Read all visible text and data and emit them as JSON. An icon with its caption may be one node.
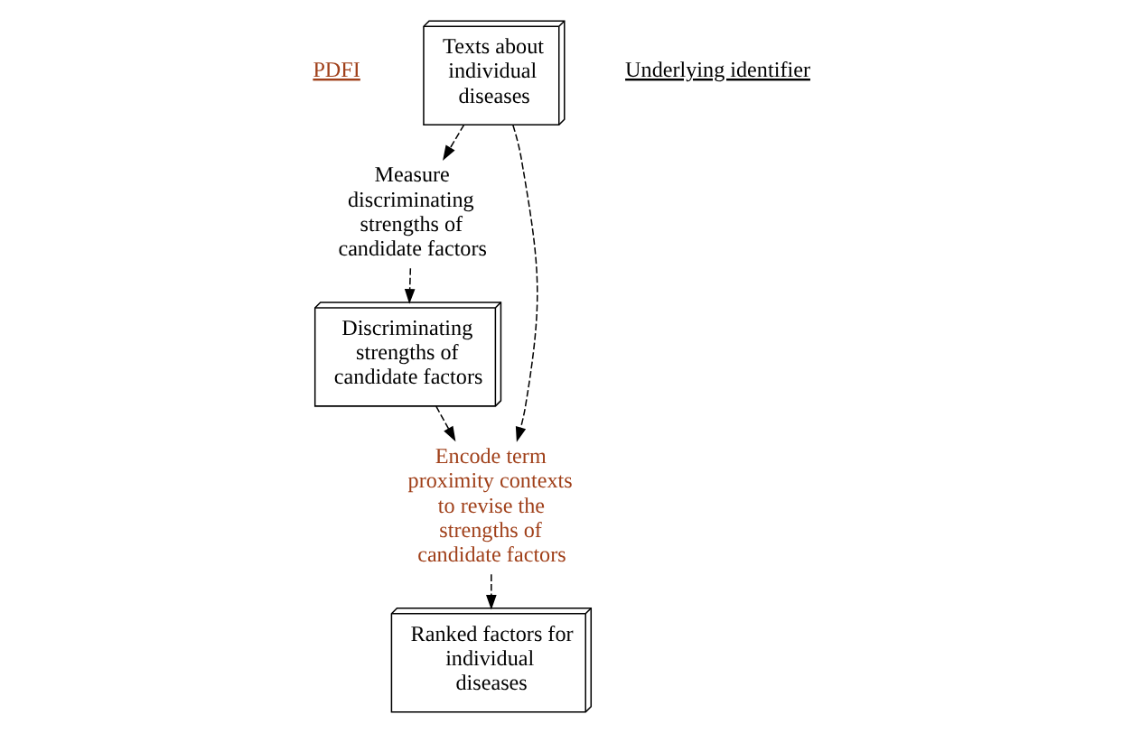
{
  "diagram": {
    "nodes": [
      {
        "text": [
          "Texts about individual diseases"
        ]
      },
      {
        "text": [
          "Measure discriminating strengths of candidate factors"
        ]
      },
      {
        "text": [
          "Discriminating strengths of candidate factors"
        ]
      },
      {
        "text": [
          "Encode term proximity contexts to revise the strengths of candidate factors"
        ]
      },
      {
        "text": [
          "Ranked factors for individual diseases"
        ]
      }
    ],
    "edges": [
      {
        "from": 0,
        "to": 1,
        "arrow": "to",
        "style": "dashed"
      },
      {
        "from": 1,
        "to": 2,
        "arrow": "to",
        "style": "dashed"
      },
      {
        "from": 0,
        "to": 3,
        "arrow": "to",
        "style": "dashed"
      },
      {
        "from": 2,
        "to": 3,
        "arrow": "to",
        "style": "dashed"
      },
      {
        "from": 3,
        "to": 4,
        "arrow": "to",
        "style": "dashed"
      }
    ],
    "labels": [
      "PDFI",
      "Underlying identifier"
    ]
  }
}
